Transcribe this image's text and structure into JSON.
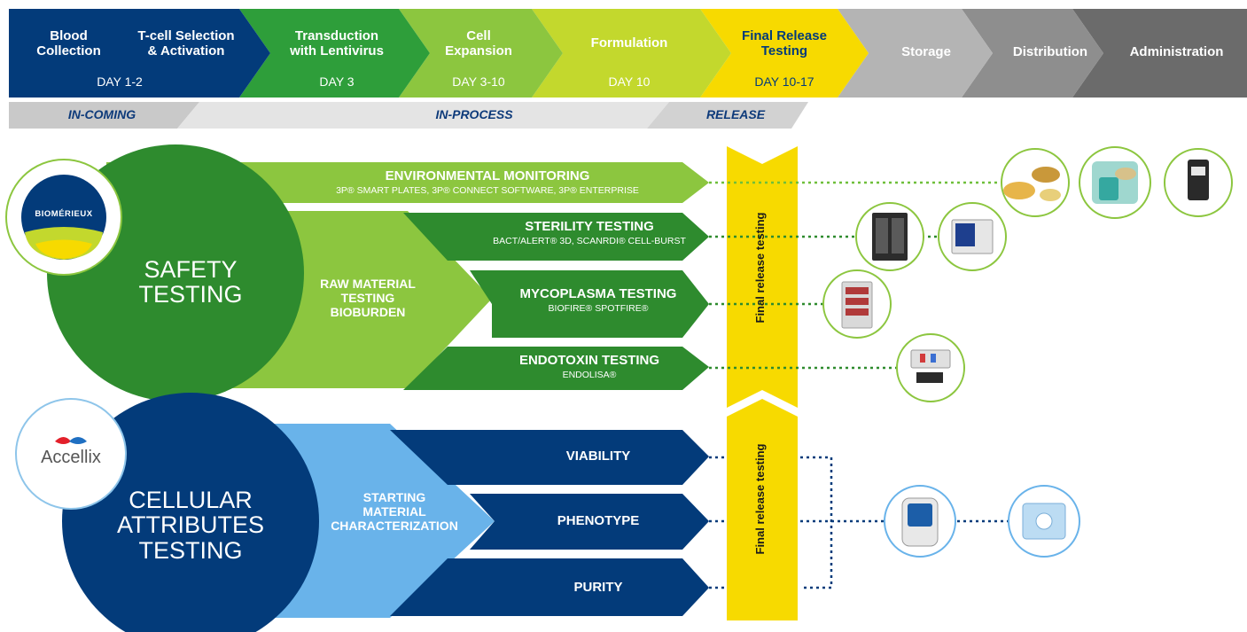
{
  "stages": [
    {
      "title": "Blood\nCollection",
      "day": "DAY 1-2"
    },
    {
      "title": "T-cell Selection\n& Activation",
      "day": ""
    },
    {
      "title": "Transduction\nwith Lentivirus",
      "day": "DAY 3"
    },
    {
      "title": "Cell\nExpansion",
      "day": "DAY 3-10"
    },
    {
      "title": "Formulation",
      "day": "DAY 10"
    },
    {
      "title": "Final Release\nTesting",
      "day": "DAY 10-17"
    },
    {
      "title": "Storage",
      "day": ""
    },
    {
      "title": "Distribution",
      "day": ""
    },
    {
      "title": "Administration",
      "day": ""
    }
  ],
  "phases": {
    "incoming": "IN-COMING",
    "inprocess": "IN-PROCESS",
    "release": "RELEASE"
  },
  "safety": {
    "brand": "BIOMÉRIEUX",
    "title": "SAFETY\nTESTING",
    "middle": "RAW MATERIAL\nTESTING\nBIOBURDEN",
    "env_title": "ENVIRONMENTAL MONITORING",
    "env_sub": "3P® SMART PLATES, 3P® CONNECT SOFTWARE, 3P® ENTERPRISE",
    "tests": [
      {
        "title": "STERILITY TESTING",
        "sub": "BACT/ALERT® 3D, SCANRDI® CELL-BURST"
      },
      {
        "title": "MYCOPLASMA TESTING",
        "sub": "BIOFIRE® SPOTFIRE®"
      },
      {
        "title": "ENDOTOXIN TESTING",
        "sub": "ENDOLISA®"
      }
    ]
  },
  "cellular": {
    "brand": "Accellix",
    "title": "CELLULAR\nATTRIBUTES\nTESTING",
    "middle": "STARTING\nMATERIAL\nCHARACTERIZATION",
    "tests": [
      "VIABILITY",
      "PHENOTYPE",
      "PURITY"
    ]
  },
  "release_label": "Final release testing",
  "colors": {
    "navy": "#033b7a",
    "green_dark": "#2e8b2e",
    "green_mid": "#5aac33",
    "green_light": "#8cc63f",
    "lime": "#c3d82d",
    "yellow": "#f7da00",
    "grey_light": "#b4b4b4",
    "grey_mid": "#8e8e8e",
    "grey_dark": "#6b6b6b",
    "sky": "#69b3ea"
  },
  "icons": {
    "environmental": [
      "petri-dish-icon",
      "tablet-reader-icon",
      "air-sampler-icon"
    ],
    "sterility": [
      "bact-alert-instrument-icon",
      "scanrdi-instrument-icon"
    ],
    "mycoplasma": [
      "biofire-instrument-icon"
    ],
    "endotoxin": [
      "endolisa-kit-icon"
    ],
    "cellular": [
      "accellix-instrument-icon",
      "accellix-cartridge-icon"
    ]
  }
}
